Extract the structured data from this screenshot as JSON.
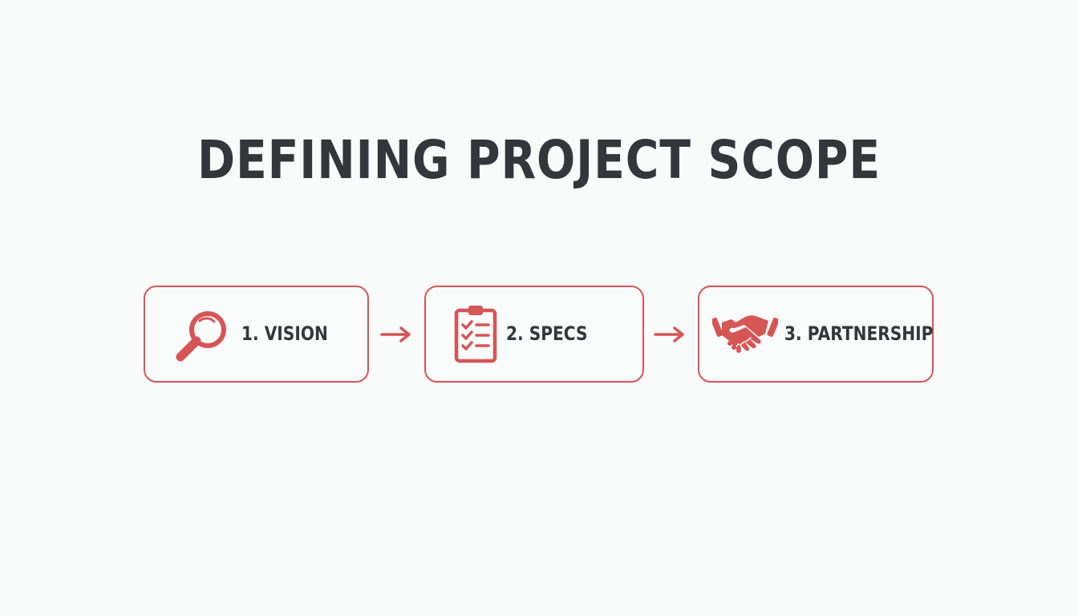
{
  "title": "DEFINING PROJECT SCOPE",
  "steps": [
    {
      "label": "1. VISION",
      "icon": "magnifying-glass-icon"
    },
    {
      "label": "2. SPECS",
      "icon": "clipboard-checklist-icon"
    },
    {
      "label": "3. PARTNERSHIP",
      "icon": "handshake-icon"
    }
  ],
  "connector_icon": "right-arrow-icon",
  "colors": {
    "accent": "#d65555",
    "text": "#33373b",
    "background": "#f9fafa"
  }
}
